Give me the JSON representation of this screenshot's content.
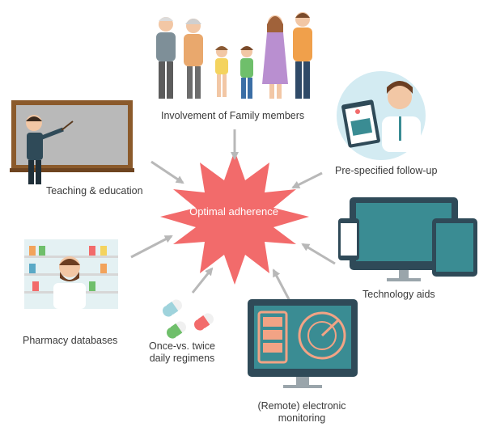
{
  "center": {
    "label": "Optimal adherence",
    "color": "#f26b6b"
  },
  "nodes": [
    {
      "id": "family",
      "label": "Involvement of Family members",
      "icon": "family-icon"
    },
    {
      "id": "followup",
      "label": "Pre-specified follow-up",
      "icon": "doctor-clipboard-icon"
    },
    {
      "id": "teaching",
      "label": "Teaching & education",
      "icon": "teacher-blackboard-icon"
    },
    {
      "id": "technology",
      "label": "Technology aids",
      "icon": "devices-icon"
    },
    {
      "id": "pharmacy",
      "label": "Pharmacy databases",
      "icon": "pharmacist-icon"
    },
    {
      "id": "regimens",
      "label_lines": [
        "Once-vs. twice",
        "daily regimens"
      ],
      "icon": "pills-icon"
    },
    {
      "id": "monitoring",
      "label_lines": [
        "(Remote) electronic",
        "monitoring"
      ],
      "icon": "monitor-icon"
    }
  ],
  "colors": {
    "arrow": "#b8b8b8",
    "teal": "#3a8c93",
    "dark": "#2f4a58"
  }
}
